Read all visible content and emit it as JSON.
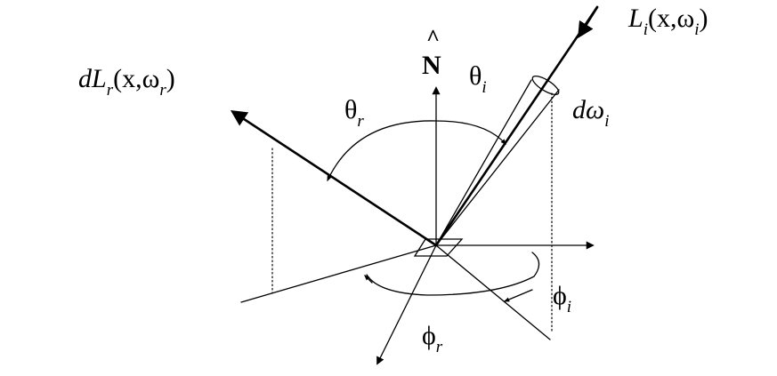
{
  "labels": {
    "normal": "N",
    "normal_hat": "^",
    "incident_radiance": {
      "base": "L",
      "sub": "i",
      "args_open": "(x,ω",
      "args_sub": "i",
      "args_close": ")"
    },
    "reflected_radiance": {
      "base": "dL",
      "sub": "r",
      "args_open": "(x,ω",
      "args_sub": "r",
      "args_close": ")"
    },
    "theta_i": {
      "base": "θ",
      "sub": "i"
    },
    "theta_r": {
      "base": "θ",
      "sub": "r"
    },
    "d_omega_i": {
      "base": "dω",
      "sub": "i"
    },
    "phi_i": {
      "base": "ϕ",
      "sub": "i"
    },
    "phi_r": {
      "base": "ϕ",
      "sub": "r"
    }
  },
  "colors": {
    "ink": "#000000",
    "background": "#ffffff"
  }
}
